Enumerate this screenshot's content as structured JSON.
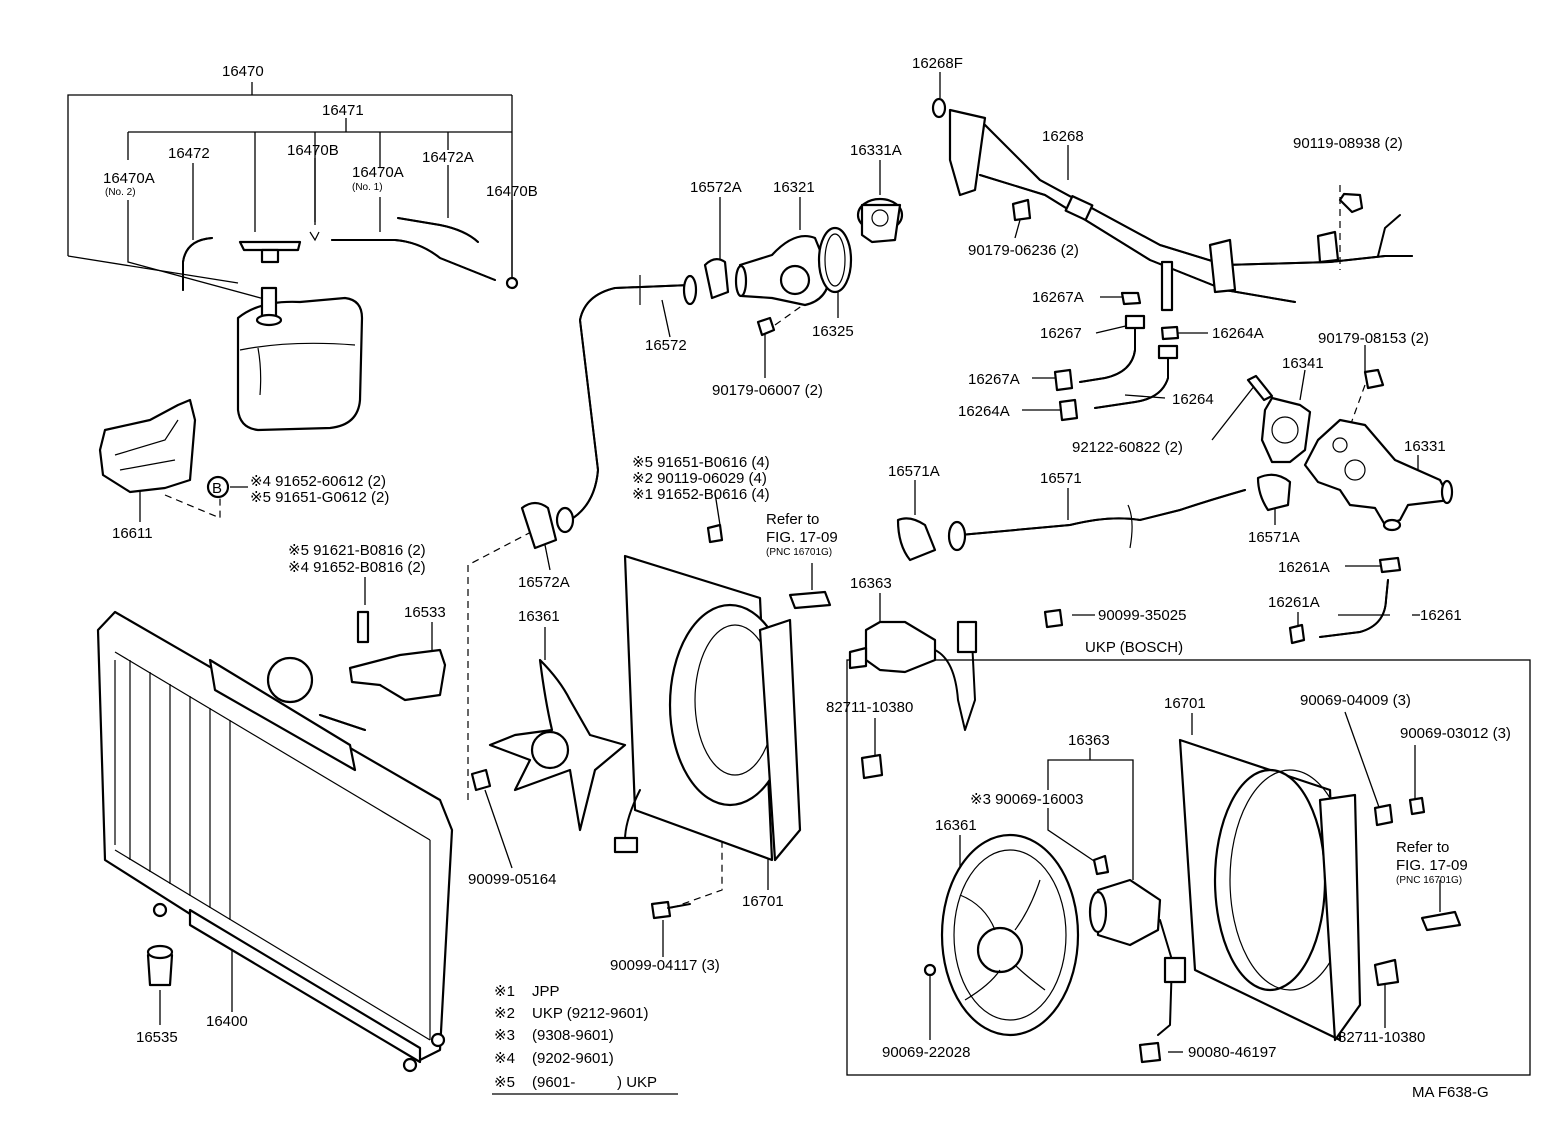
{
  "diagram_code": "MA F638-G",
  "labels": {
    "p16470": "16470",
    "p16471": "16471",
    "p16472": "16472",
    "p16470B_a": "16470B",
    "p16470A_no2": "16470A",
    "no2": "(No. 2)",
    "p16470A_no1": "16470A",
    "no1": "(No. 1)",
    "p16472A": "16472A",
    "p16470B_b": "16470B",
    "p16611": "16611",
    "b_circle": "B",
    "b4": "※4 91652-60612 (2)",
    "b5": "※5 91651-G0612 (2)",
    "p16572A_top": "16572A",
    "p16321": "16321",
    "p16331A": "16331A",
    "p16572": "16572",
    "p16325": "16325",
    "p90179_06007": "90179-06007 (2)",
    "p16268F": "16268F",
    "p16268": "16268",
    "p90119_08938": "90119-08938 (2)",
    "p90179_06236": "90179-06236 (2)",
    "p16267A_top": "16267A",
    "p16267": "16267",
    "p16264A_right": "16264A",
    "p90179_08153": "90179-08153 (2)",
    "p16267A_mid": "16267A",
    "p16341": "16341",
    "p16264A_left": "16264A",
    "p16264": "16264",
    "p92122": "92122-60822 (2)",
    "p16331": "16331",
    "bolt5": "※5 91651-B0616 (4)",
    "bolt2": "※2 90119-06029 (4)",
    "bolt1": "※1 91652-B0616 (4)",
    "p16571A_left": "16571A",
    "p16571": "16571",
    "p16571A_right": "16571A",
    "refer_a1": "Refer to",
    "refer_a2": "FIG. 17-09",
    "refer_a3": "(PNC 16701G)",
    "p16572A_mid": "16572A",
    "p16261A_top": "16261A",
    "p16363_top": "16363",
    "m5": "※5 91621-B0816 (2)",
    "m4": "※4 91652-B0816 (2)",
    "p16533": "16533",
    "p16361_left": "16361",
    "p90099_35025": "90099-35025",
    "p16261A_bot": "16261A",
    "p16261": "16261",
    "ukp_bosch": "UKP (BOSCH)",
    "p82711_top": "82711-10380",
    "p16701_in": "16701",
    "p90069_04009": "90069-04009 (3)",
    "p16363_in": "16363",
    "p90069_03012": "90069-03012 (3)",
    "s3": "※3 90069-16003",
    "p16361_in": "16361",
    "p90099_05164": "90099-05164",
    "p16701_mid": "16701",
    "refer_b1": "Refer to",
    "refer_b2": "FIG. 17-09",
    "refer_b3": "(PNC 16701G)",
    "p90099_04117": "90099-04117 (3)",
    "p16535": "16535",
    "p16400": "16400",
    "p90069_22028": "90069-22028",
    "p90080_46197": "90080-46197",
    "p82711_bot": "82711-10380"
  },
  "legend": [
    {
      "mark": "※1",
      "text": "JPP"
    },
    {
      "mark": "※2",
      "text": "UKP (9212-9601)"
    },
    {
      "mark": "※3",
      "text": "(9308-9601)"
    },
    {
      "mark": "※4",
      "text": "(9202-9601)"
    },
    {
      "mark": "※5",
      "text": "(9601-          ) UKP"
    }
  ]
}
